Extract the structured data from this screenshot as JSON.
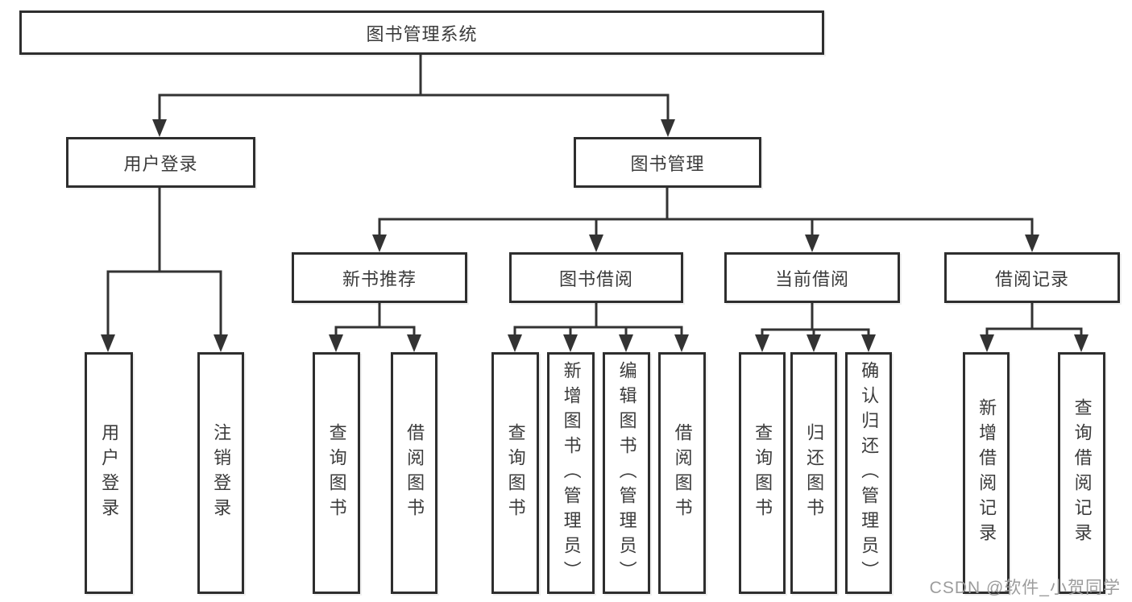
{
  "diagram_title": "图书管理系统",
  "watermark": "CSDN @软件_小贺同学",
  "colors": {
    "line": "#333333",
    "border": "#2e2e2e",
    "text": "#3b3b3b",
    "background": "#ffffff",
    "watermark": "#9c9c9c"
  },
  "nodes": {
    "root": {
      "id": "library-management-system",
      "label": "图书管理系统"
    },
    "level2": [
      {
        "id": "user-login",
        "label": "用户登录",
        "parent": "library-management-system"
      },
      {
        "id": "book-management",
        "label": "图书管理",
        "parent": "library-management-system"
      }
    ],
    "level3": [
      {
        "id": "new-book-recommend",
        "label": "新书推荐",
        "parent": "book-management"
      },
      {
        "id": "book-borrowing",
        "label": "图书借阅",
        "parent": "book-management"
      },
      {
        "id": "current-borrowing",
        "label": "当前借阅",
        "parent": "book-management"
      },
      {
        "id": "borrowing-records",
        "label": "借阅记录",
        "parent": "book-management"
      }
    ],
    "leaves": [
      {
        "id": "leaf-user-login",
        "label": "用户登录",
        "parent": "user-login"
      },
      {
        "id": "leaf-logout",
        "label": "注销登录",
        "parent": "user-login"
      },
      {
        "id": "leaf-query-books-recommend",
        "label": "查询图书",
        "parent": "new-book-recommend"
      },
      {
        "id": "leaf-borrow-books-recommend",
        "label": "借阅图书",
        "parent": "new-book-recommend"
      },
      {
        "id": "leaf-query-books-borrowing",
        "label": "查询图书",
        "parent": "book-borrowing"
      },
      {
        "id": "leaf-add-books-admin",
        "label": "新增图书（管理员）",
        "parent": "book-borrowing"
      },
      {
        "id": "leaf-edit-books-admin",
        "label": "编辑图书（管理员）",
        "parent": "book-borrowing"
      },
      {
        "id": "leaf-borrow-books-borrowing",
        "label": "借阅图书",
        "parent": "book-borrowing"
      },
      {
        "id": "leaf-query-books-current",
        "label": "查询图书",
        "parent": "current-borrowing"
      },
      {
        "id": "leaf-return-books",
        "label": "归还图书",
        "parent": "current-borrowing"
      },
      {
        "id": "leaf-confirm-return-admin",
        "label": "确认归还（管理员）",
        "parent": "current-borrowing"
      },
      {
        "id": "leaf-add-borrow-record",
        "label": "新增借阅记录",
        "parent": "borrowing-records"
      },
      {
        "id": "leaf-query-borrow-record",
        "label": "查询借阅记录",
        "parent": "borrowing-records"
      }
    ]
  }
}
